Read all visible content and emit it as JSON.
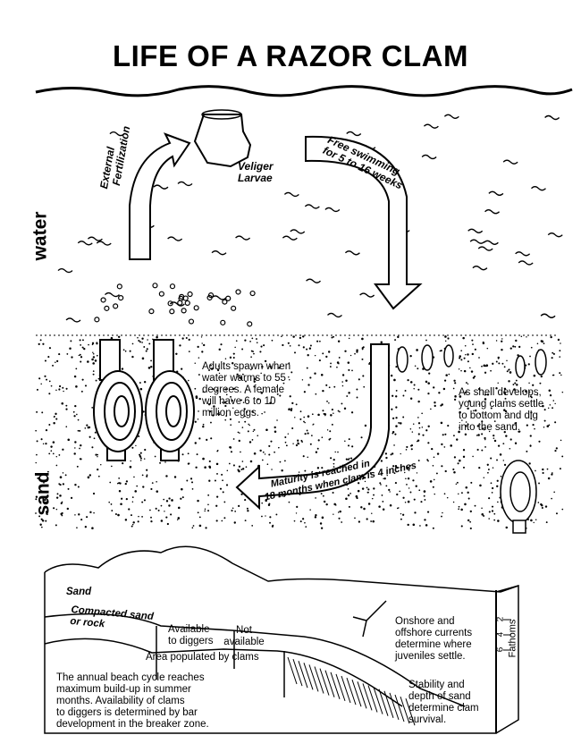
{
  "title": "LIFE OF A RAZOR CLAM",
  "zones": {
    "water": "water",
    "sand": "sand"
  },
  "labels": {
    "veliger_line1": "Veliger",
    "veliger_line2": "Larvae",
    "fertilization_line1": "External",
    "fertilization_line2": "Fertilization",
    "free_swimming_line1": "Free swimming",
    "free_swimming_line2": "for 5 to 16 weeks",
    "adults_spawn": [
      "Adults spawn when",
      "water warms to 55",
      "degrees.  A female",
      "will have 6 to 10",
      "million eggs."
    ],
    "shell_develops": [
      "As shell develops,",
      "young clams settle",
      "to bottom and dig",
      "into the sand."
    ],
    "maturity_line1": "Maturity is reached in",
    "maturity_line2": "18 months when clam is 4 inches"
  },
  "beach": {
    "sand": "Sand",
    "compacted_line1": "Compacted sand",
    "compacted_line2": "or rock",
    "available": [
      "Available",
      "to diggers"
    ],
    "not_available": [
      "Not",
      "available"
    ],
    "area_populated": "Area populated by clams",
    "currents": [
      "Onshore and",
      "offshore currents",
      "determine where",
      "juveniles settle."
    ],
    "stability": [
      "Stability and",
      "depth of sand",
      "determine clam",
      "survival."
    ],
    "annual_cycle": [
      "The annual beach cycle reaches",
      "maximum build-up in summer",
      "months.  Availability of clams",
      "to diggers is determined by bar",
      "development in the breaker zone."
    ],
    "fathoms_label": "Fathoms",
    "fathoms_ticks": [
      "2",
      "4",
      "6"
    ]
  }
}
